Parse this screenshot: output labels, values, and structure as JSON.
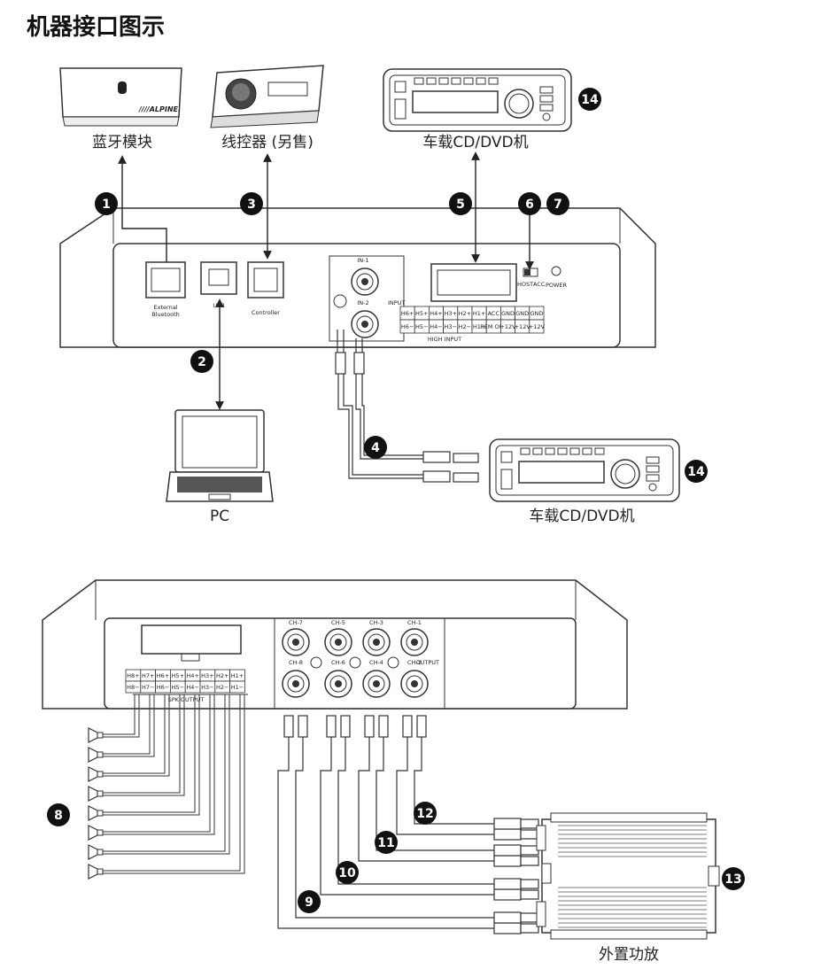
{
  "title": "机器接口图示",
  "devices": {
    "bluetooth": {
      "label": "蓝牙模块",
      "brand": "////ALPINE."
    },
    "controller": {
      "label": "线控器 (另售)"
    },
    "head_unit_top": {
      "label": "车载CD/DVD机"
    },
    "pc": {
      "label": "PC"
    },
    "head_unit_mid": {
      "label": "车载CD/DVD机"
    },
    "amp": {
      "label": "外置功放"
    }
  },
  "top_panel": {
    "ext_bt": "External",
    "ext_bt2": "Bluetooth",
    "usb": "USB",
    "controller": "Controller",
    "in1": "IN-1",
    "in2": "IN-2",
    "input": "INPUT",
    "host": "HOST",
    "acc": "ACC",
    "power": "POWER",
    "high_input": "HIGH INPUT",
    "hi_row1": [
      "H6+",
      "H5+",
      "H4+",
      "H3+",
      "H2+",
      "H1+",
      "ACC",
      "GND",
      "GND",
      "GND"
    ],
    "hi_row2": [
      "H6−",
      "H5−",
      "H4−",
      "H3−",
      "H2−",
      "H1−",
      "REM OUT",
      "+12V",
      "+12V",
      "+12V"
    ]
  },
  "bottom_panel": {
    "spk_row1": [
      "H8+",
      "H7+",
      "H6+",
      "H5+",
      "H4+",
      "H3+",
      "H2+",
      "H1+"
    ],
    "spk_row2": [
      "H8−",
      "H7−",
      "H6−",
      "H5−",
      "H4−",
      "H3−",
      "H2−",
      "H1−"
    ],
    "spk_output": "SPK OUTPUT",
    "ch_top": [
      "CH-7",
      "CH-5",
      "CH-3",
      "CH-1"
    ],
    "ch_bot": [
      "CH-8",
      "CH-6",
      "CH-4",
      "CH-2"
    ],
    "output": "OUTPUT"
  },
  "callouts": [
    "1",
    "2",
    "3",
    "4",
    "5",
    "6",
    "7",
    "8",
    "9",
    "10",
    "11",
    "12",
    "13",
    "14",
    "14"
  ]
}
